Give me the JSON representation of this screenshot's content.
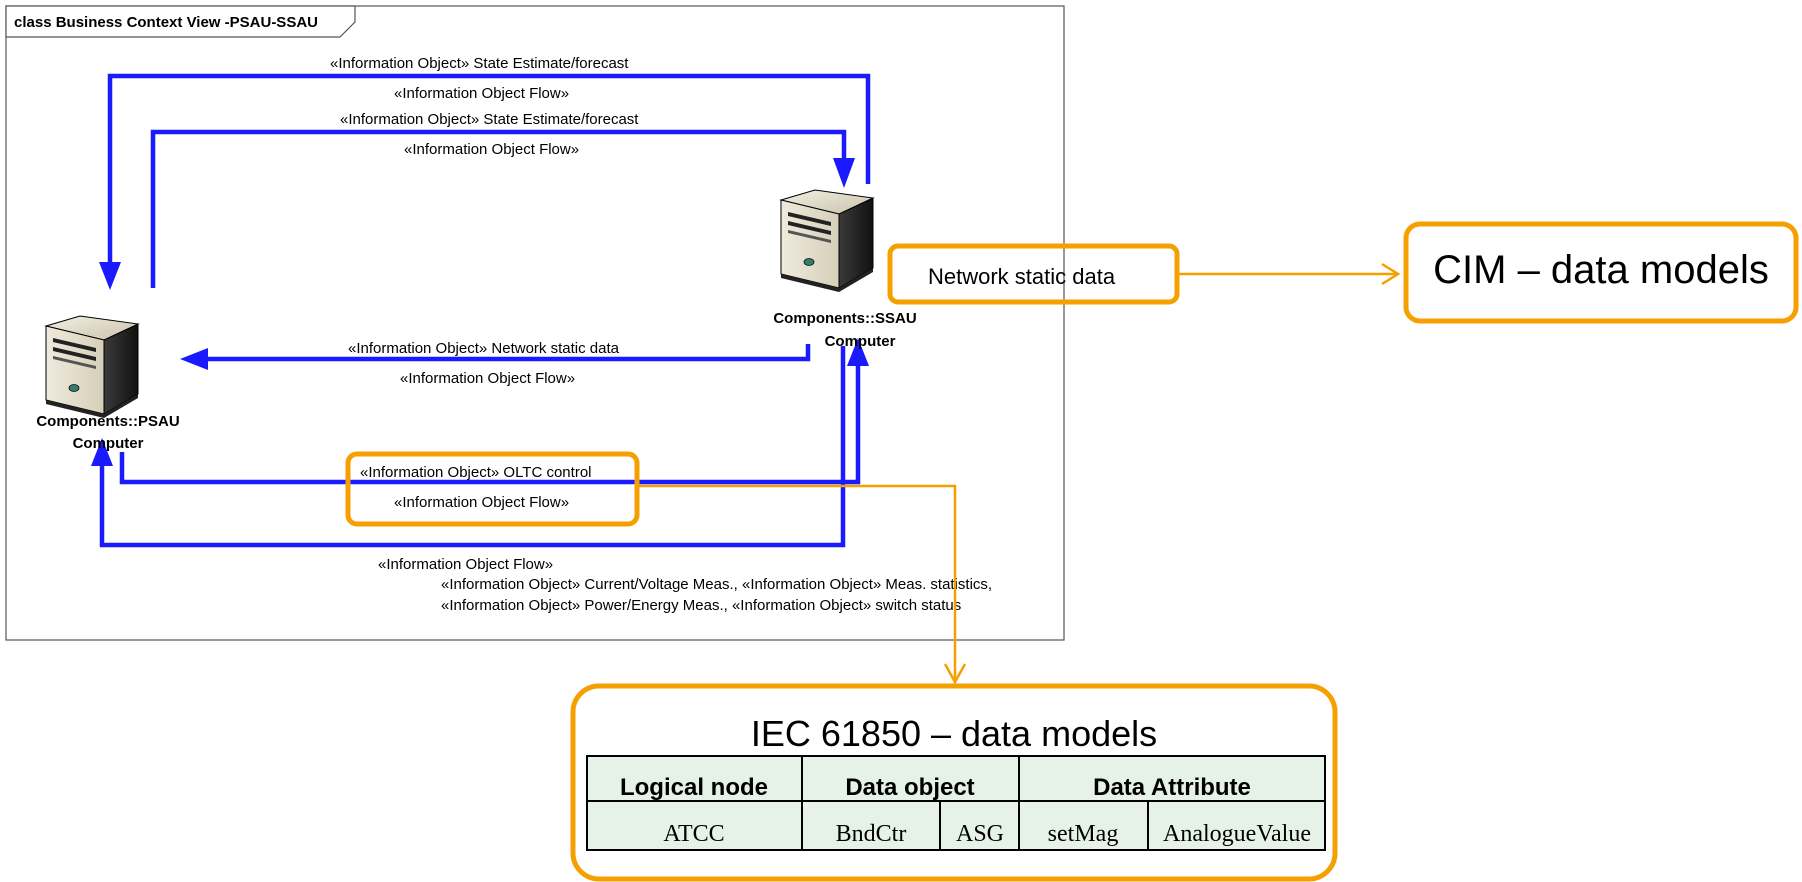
{
  "frame": {
    "title": "class Business Context View -PSAU-SSAU"
  },
  "nodes": {
    "psau": {
      "line1": "Components::PSAU",
      "line2": "Computer"
    },
    "ssau": {
      "line1": "Components::SSAU",
      "line2": "Computer"
    }
  },
  "flows": {
    "f1_object": "«Information Object» State Estimate/forecast",
    "f1_flow": "«Information Object Flow»",
    "f2_object": "«Information Object» State Estimate/forecast",
    "f2_flow": "«Information Object Flow»",
    "f3_object": "«Information Object» Network static data",
    "f3_flow": "«Information Object Flow»",
    "f4_object": "«Information Object» OLTC control",
    "f4_flow": "«Information Object Flow»",
    "f5_flow": "«Information Object Flow»",
    "f5_objects_line1": "«Information Object» Current/Voltage Meas., «Information Object» Meas. statistics,",
    "f5_objects_line2": "«Information Object» Power/Energy Meas., «Information Object» switch status"
  },
  "callouts": {
    "network_static": "Network static data",
    "cim": "CIM – data models",
    "iec_title": "IEC 61850 – data models"
  },
  "iec_table": {
    "headers": [
      "Logical node",
      "Data object",
      "Data Attribute"
    ],
    "row": [
      "ATCC",
      "BndCtr",
      "ASG",
      "setMag",
      "AnalogueValue"
    ]
  },
  "colors": {
    "flow_blue": "#1a1aff",
    "highlight_orange": "#f5a000",
    "table_bg": "#e6f2e8",
    "frame_border": "#555555"
  },
  "icons": {
    "psau": "server-computer-icon",
    "ssau": "server-computer-icon"
  }
}
